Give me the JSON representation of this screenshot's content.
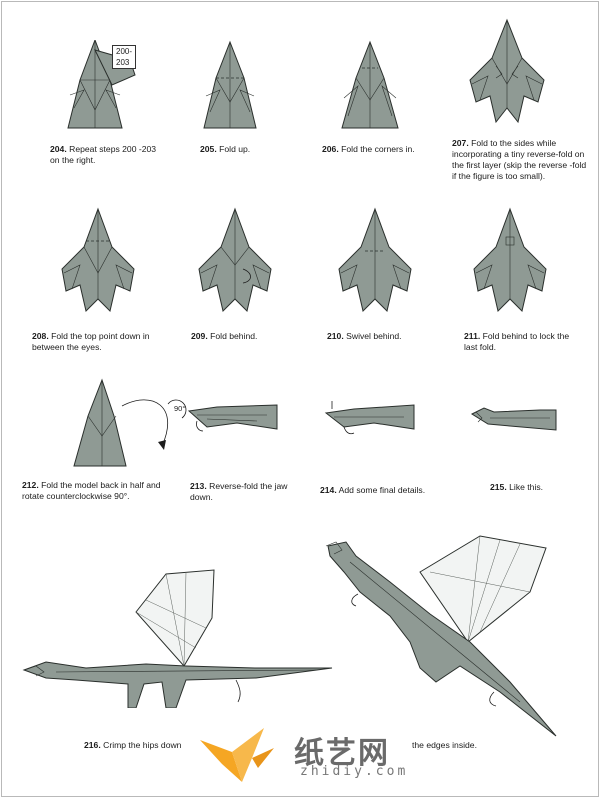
{
  "steps": [
    {
      "num": "204.",
      "text": "Repeat steps 200 -203 on the right.",
      "ref": "200-203"
    },
    {
      "num": "205.",
      "text": "Fold up."
    },
    {
      "num": "206.",
      "text": "Fold the corners in."
    },
    {
      "num": "207.",
      "text": "Fold to the sides while incorporating a tiny reverse-fold on the first layer (skip the reverse -fold if the figure is too small)."
    },
    {
      "num": "208.",
      "text": "Fold the top point down in between the eyes."
    },
    {
      "num": "209.",
      "text": "Fold behind."
    },
    {
      "num": "210.",
      "text": "Swivel behind."
    },
    {
      "num": "211.",
      "text": "Fold behind to lock the last fold."
    },
    {
      "num": "212.",
      "text": "Fold the model back in half and rotate counterclockwise 90°.",
      "rotation": "90°"
    },
    {
      "num": "213.",
      "text": "Reverse-fold the jaw down."
    },
    {
      "num": "214.",
      "text": "Add some final details."
    },
    {
      "num": "215.",
      "text": "Like this."
    },
    {
      "num": "216.",
      "text": "Crimp the hips down"
    },
    {
      "num": "",
      "text": "the edges inside."
    }
  ],
  "watermark": {
    "brand": "纸艺网",
    "url": "zhidiy.com"
  },
  "colors": {
    "paper": "#8f9a94",
    "outline": "#2a2f2c",
    "wing": "#f2f4f3"
  }
}
